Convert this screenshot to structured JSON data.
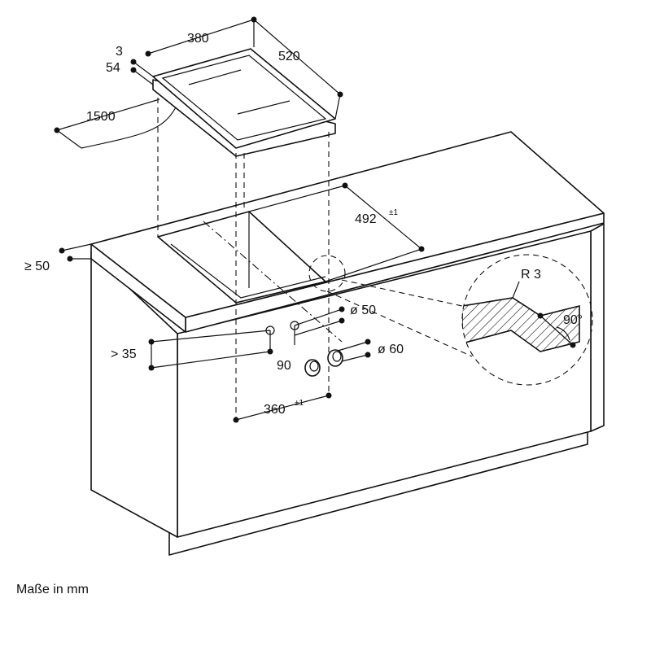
{
  "dimensions": {
    "hob_width": "380",
    "hob_depth": "520",
    "glass_thickness": "3",
    "hob_height": "54",
    "cable_length": "1500",
    "cutout_depth": "492",
    "cutout_depth_tolerance": "±1",
    "cutout_width": "360",
    "cutout_width_tolerance": "±1",
    "front_distance": "≥ 50",
    "below_distance": "> 35",
    "hole_diameter_small": "ø 50",
    "hole_diameter_large": "ø 60",
    "knob_spacing": "90"
  },
  "detail": {
    "radius": "R 3",
    "angle": "90°"
  },
  "caption": "Maße in mm",
  "colors": {
    "line": "#111111",
    "background": "#ffffff"
  }
}
